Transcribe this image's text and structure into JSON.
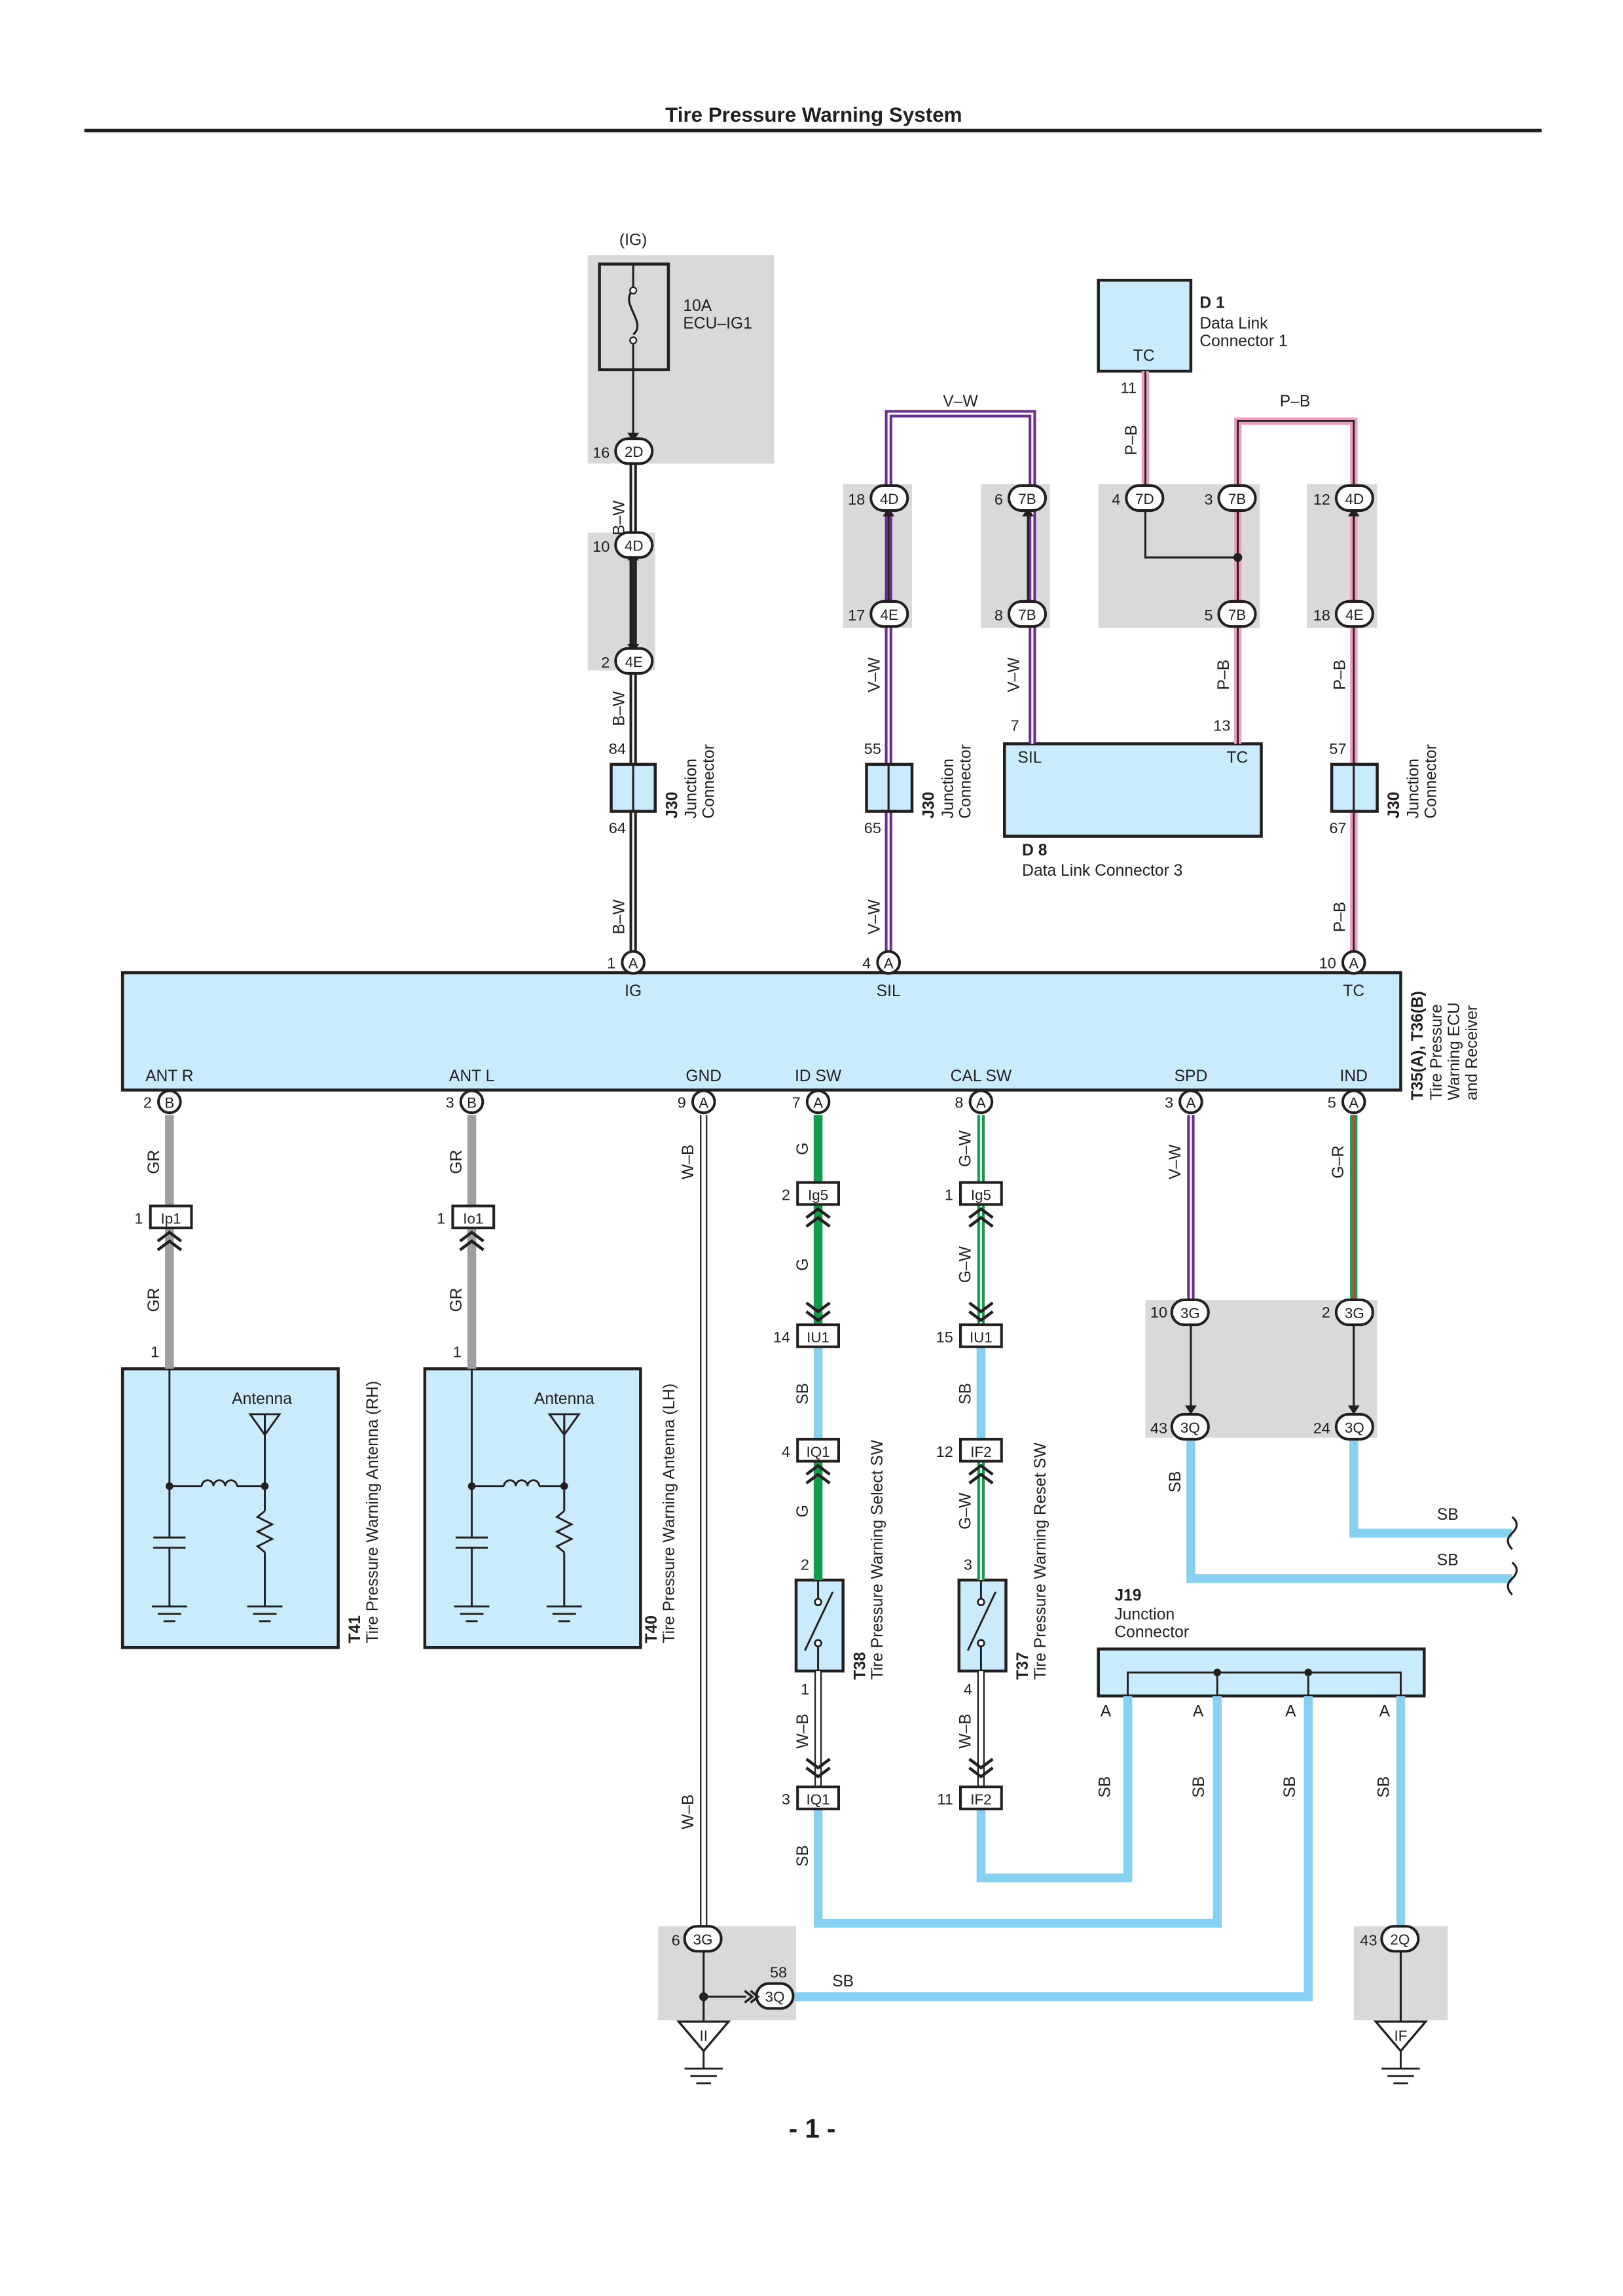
{
  "header": {
    "title": "Tire Pressure Warning System"
  },
  "footer": {
    "page": "- 1 -"
  },
  "colors": {
    "ecu_fill": "#c9ebfb",
    "gray_box": "#d9d9d8",
    "wire_black": "#231f20",
    "wire_violet": "#6b2c91",
    "wire_pink": "#f19cbf",
    "wire_gray": "#9d9fa2",
    "wire_green": "#0d9f4a",
    "wire_red": "#e0393e",
    "wire_sky": "#86d1f2"
  },
  "fuse": {
    "supply": "(IG)",
    "rating": "10A",
    "name": "ECU–IG1"
  },
  "ecu": {
    "id": "T35(A), T36(B)",
    "desc1": "Tire Pressure",
    "desc2": "Warning ECU",
    "desc3": "and Receiver",
    "top_terminals": {
      "ig": "IG",
      "sil": "SIL",
      "tc": "TC"
    },
    "bottom_terminals": {
      "ant_r": "ANT R",
      "ant_l": "ANT L",
      "gnd": "GND",
      "id_sw": "ID SW",
      "cal_sw": "CAL SW",
      "spd": "SPD",
      "ind": "IND"
    }
  },
  "d1": {
    "id": "D 1",
    "line1": "Data Link",
    "line2": "Connector 1",
    "terminal": "TC"
  },
  "d8": {
    "id": "D 8",
    "name": "Data Link Connector 3",
    "sil": "SIL",
    "tc": "TC"
  },
  "j30": {
    "id": "J30",
    "line1": "Junction",
    "line2": "Connector"
  },
  "j19": {
    "id": "J19",
    "line1": "Junction",
    "line2": "Connector",
    "pin": "A"
  },
  "t41": {
    "id": "T41",
    "name": "Tire Pressure Warning Antenna (RH)",
    "antenna": "Antenna"
  },
  "t40": {
    "id": "T40",
    "name": "Tire Pressure Warning Antenna (LH)",
    "antenna": "Antenna"
  },
  "t38": {
    "id": "T38",
    "name": "Tire Pressure Warning Select SW"
  },
  "t37": {
    "id": "T37",
    "name": "Tire Pressure Warning Reset SW"
  },
  "grounds": {
    "ii": "II",
    "if": "IF"
  },
  "wires": {
    "bw": "B–W",
    "vw": "V–W",
    "pb": "P–B",
    "gr": "GR",
    "wb": "W–B",
    "g": "G",
    "gw": "G–W",
    "sb": "SB",
    "g_r": "G–R"
  },
  "connectors": {
    "c2d": "2D",
    "c4d": "4D",
    "c4e": "4E",
    "c7b": "7B",
    "c7d": "7D",
    "a": "A",
    "b": "B",
    "ip1": "Ip1",
    "io1": "Io1",
    "ig5": "Ig5",
    "iu1": "IU1",
    "iq1": "IQ1",
    "if2": "IF2",
    "c3g": "3G",
    "c3q": "3Q",
    "c2q": "2Q"
  },
  "pins": {
    "p16": "16",
    "p10": "10",
    "p2": "2",
    "p84": "84",
    "p64": "64",
    "p1": "1",
    "p18": "18",
    "p17": "17",
    "p55": "55",
    "p65": "65",
    "p4": "4",
    "p6": "6",
    "p8": "8",
    "p7": "7",
    "p11": "11",
    "p3": "3",
    "p5": "5",
    "p13": "13",
    "p12": "12",
    "p57": "57",
    "p67": "67",
    "p9": "9",
    "p14": "14",
    "p15": "15",
    "p43": "43",
    "p24": "24",
    "p58": "58"
  }
}
